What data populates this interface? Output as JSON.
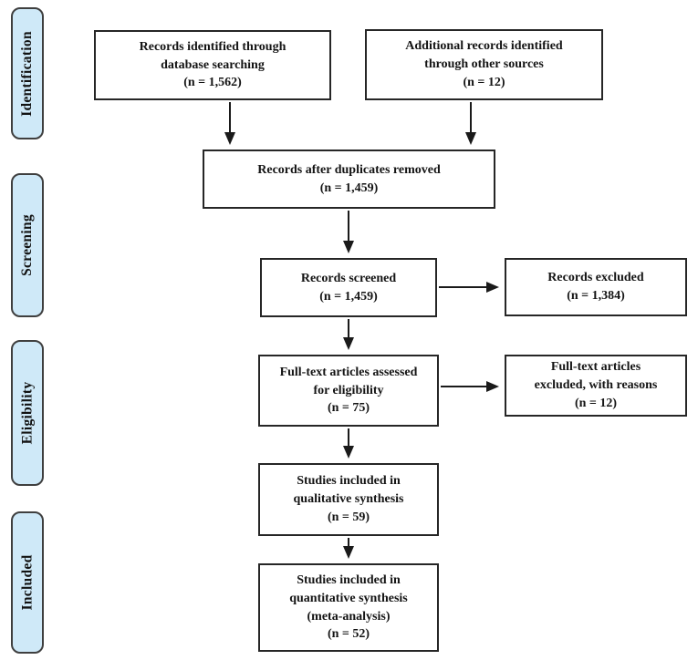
{
  "stages": {
    "identification": "Identification",
    "screening": "Screening",
    "eligibility": "Eligibility",
    "included": "Included"
  },
  "boxes": {
    "db_search": {
      "lines": [
        "Records identified through",
        "database searching",
        "(n = 1,562)"
      ]
    },
    "other_sources": {
      "lines": [
        "Additional records identified",
        "through other sources",
        "(n = 12)"
      ]
    },
    "duplicates_removed": {
      "lines": [
        "Records after duplicates removed",
        "(n = 1,459)"
      ]
    },
    "screened": {
      "lines": [
        "Records screened",
        "(n = 1,459)"
      ]
    },
    "excluded": {
      "lines": [
        "Records excluded",
        "(n = 1,384)"
      ]
    },
    "fulltext_assessed": {
      "lines": [
        "Full-text articles assessed",
        "for eligibility",
        "(n = 75)"
      ]
    },
    "fulltext_excluded": {
      "lines": [
        "Full-text articles",
        "excluded, with reasons",
        "(n = 12)"
      ]
    },
    "qualitative": {
      "lines": [
        "Studies included in",
        "qualitative synthesis",
        "(n = 59)"
      ]
    },
    "quantitative": {
      "lines": [
        "Studies included in",
        "quantitative synthesis",
        "(meta-analysis)",
        "(n = 52)"
      ]
    }
  },
  "colors": {
    "stage_fill": "#cfe9f8",
    "stage_border": "#3f3f3f",
    "box_border": "#262626",
    "arrow": "#1a1a1a"
  }
}
